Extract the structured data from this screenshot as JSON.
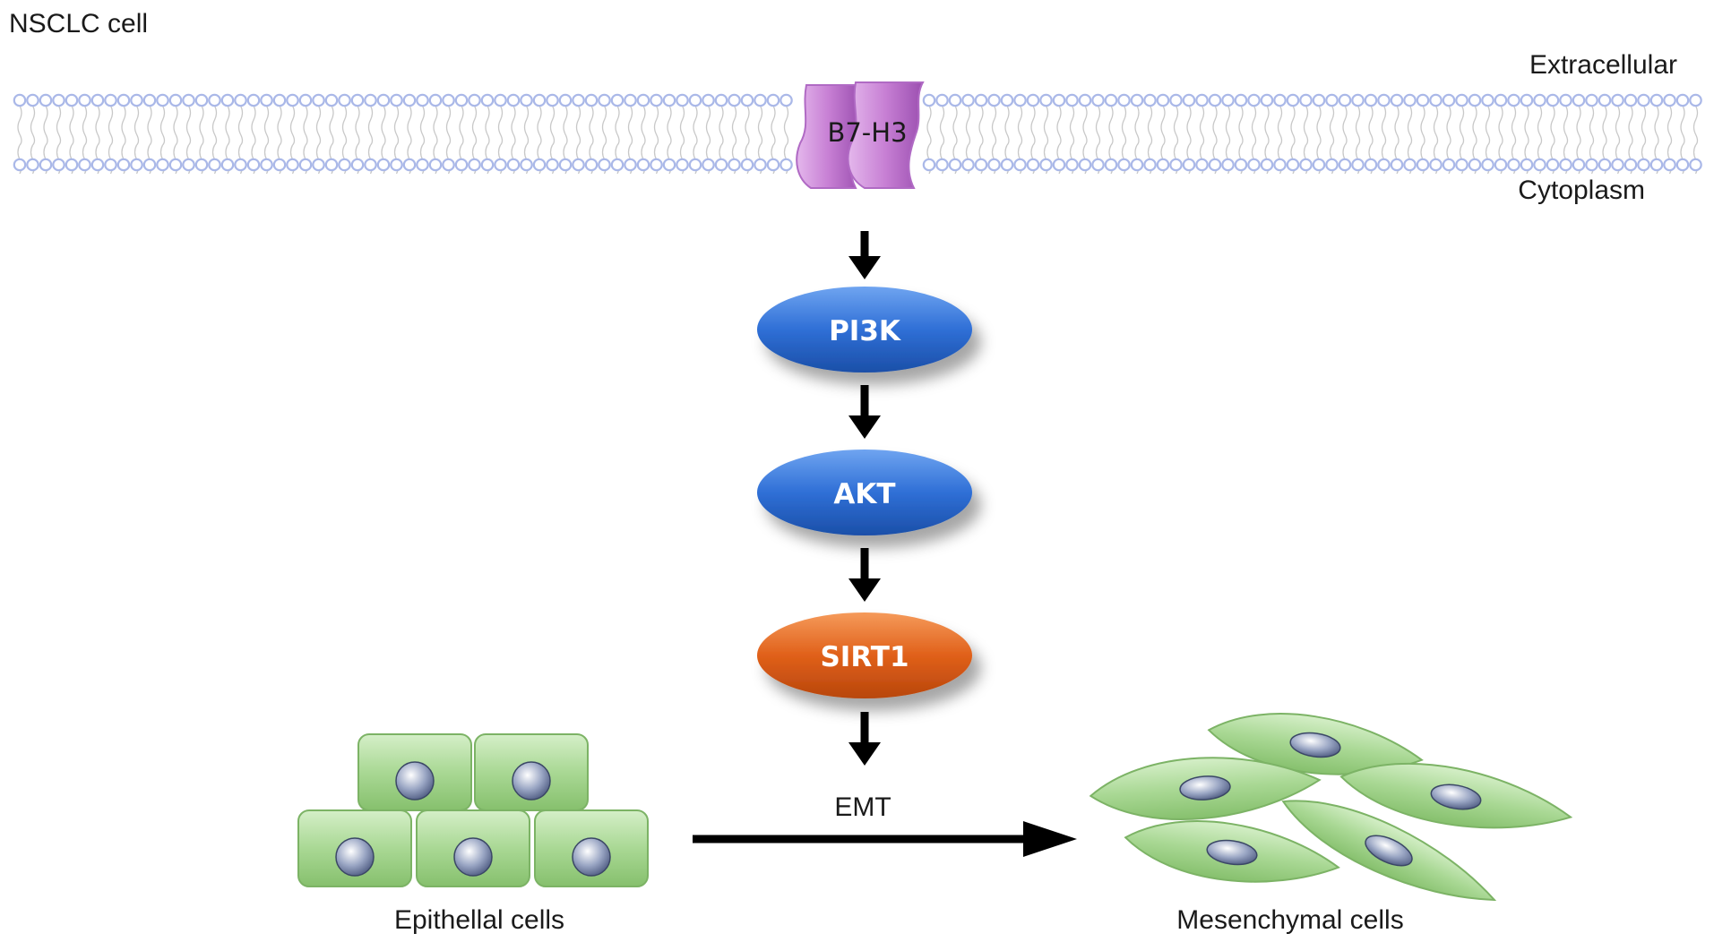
{
  "labels": {
    "title": "NSCLC cell",
    "extracellular": "Extracellular",
    "cytoplasm": "Cytoplasm",
    "receptor": "B7-H3",
    "emt": "EMT",
    "epithelial": "Epithellal cells",
    "mesenchymal": "Mesenchymal cells"
  },
  "nodes": [
    {
      "label": "PI3K",
      "color": "#2f6fd6"
    },
    {
      "label": "AKT",
      "color": "#2f6fd6"
    },
    {
      "label": "SIRT1",
      "color": "#e0601a"
    }
  ],
  "colors": {
    "membrane_head": "#aab8e8",
    "receptor": "#c77fd4",
    "cell_green": "#a9d894"
  }
}
